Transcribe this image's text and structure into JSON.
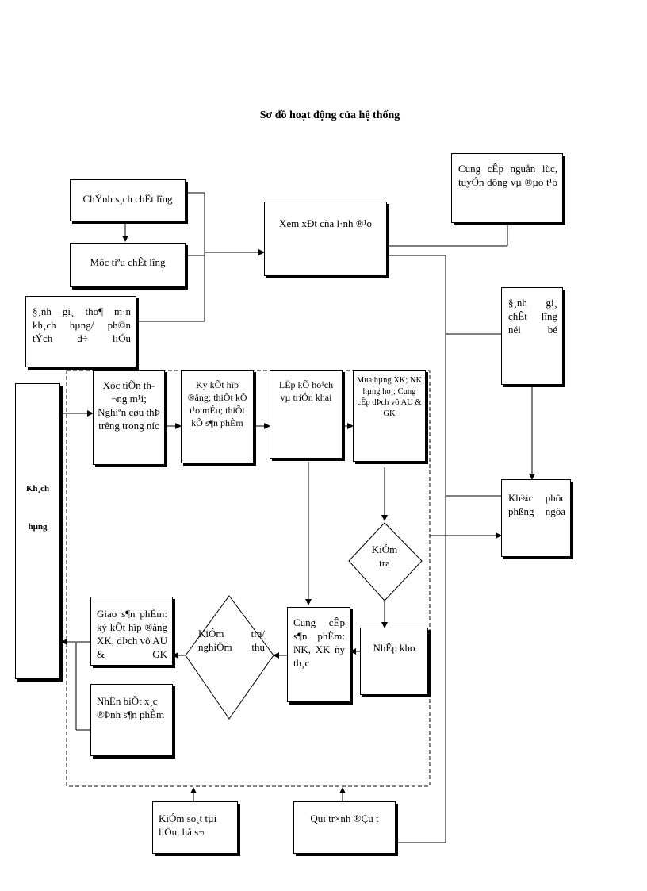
{
  "title": "Sơ đồ hoạt động của hệ thống",
  "nodes": {
    "cung_cap": "Cung cÊp nguån lùc, tuyÓn dông vµ ®µo t¹o",
    "chinh_sach": "ChÝnh s¸ch chÊt l­îng",
    "xem_xet": "Xem xÐt cña l·nh ®¹o",
    "muc_tieu": "Môc tiªu chÊt l­îng",
    "danh_gia_tho_man": "§¸nh gi¸ tho¶ m·n kh¸ch hµng/ ph©n tÝch d÷ liÖu",
    "danh_gia_noi_bo": "§¸nh gi¸ chÊt l­îng néi bé",
    "khach_hang": "Kh¸ch hµng",
    "xuc_tien": "Xóc tiÕn th­¬ng m¹i; Nghiªn cøu thÞ tr­êng trong n­íc",
    "ky_ket": "Ký kÕt hîp ®ång; thiÕt kÕ t¹o mÉu; thiÕt kÕ s¶n phÈm",
    "lap_ke_hoach": "LËp kÕ ho¹ch vµ triÓn khai",
    "mua_hang": "Mua hµng XK; NK hµng ho¸; Cung cÊp dÞch vô AU & GK",
    "khac_phuc": "Kh¾c phôc phßng ngõa",
    "kiem_tra": "KiÓm tra",
    "giao_sp": "Giao s¶n phÈm: ký kÕt hîp ®ång XK, dÞch vô AU & GK",
    "kiem_tra_nghiem_thu": "KiÓm tra/ nghiÖm thu",
    "cung_cap_sp": "Cung cÊp s¶n phÈm: NK, XK ñy th¸c",
    "nhap_kho": "NhËp kho",
    "nhan_biet": "NhËn biÕt x¸c ®Þnh s¶n phÈm",
    "kiem_soat": "KiÓm so¸t tµi liÖu, hå s¬",
    "qui_trinh": "Qui tr×nh ®Çu t­"
  }
}
